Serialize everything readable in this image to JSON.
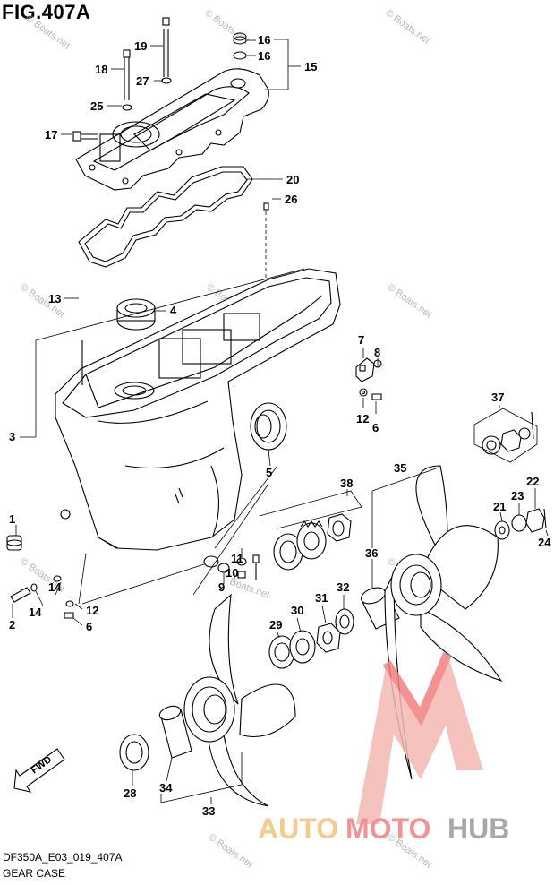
{
  "header": {
    "figure": "FIG.407A"
  },
  "footer": {
    "code": "DF350A_E03_019_407A",
    "name": "GEAR CASE"
  },
  "watermark": {
    "text": "© Boats.net",
    "inline_text": "Boats.net"
  },
  "logo": {
    "text_parts": [
      "AUTO",
      "MOTO",
      "HUB"
    ],
    "colors": {
      "accent": "#f07f7f",
      "dark": "#f4b8b2"
    }
  },
  "callouts": {
    "c1": "1",
    "c2": "2",
    "c3": "3",
    "c4": "4",
    "c5": "5",
    "c6a": "6",
    "c6b": "6",
    "c7": "7",
    "c8": "8",
    "c9": "9",
    "c10": "10",
    "c11": "11",
    "c12a": "12",
    "c12b": "12",
    "c13": "13",
    "c14a": "14",
    "c14b": "14",
    "c15": "15",
    "c16a": "16",
    "c16b": "16",
    "c17": "17",
    "c18": "18",
    "c19": "19",
    "c20": "20",
    "c21": "21",
    "c22": "22",
    "c23": "23",
    "c24": "24",
    "c25": "25",
    "c26": "26",
    "c27": "27",
    "c28": "28",
    "c29": "29",
    "c30": "30",
    "c31": "31",
    "c32": "32",
    "c33": "33",
    "c34": "34",
    "c35": "35",
    "c36": "36",
    "c37": "37",
    "c38": "38"
  },
  "fwd_label": "FWD"
}
